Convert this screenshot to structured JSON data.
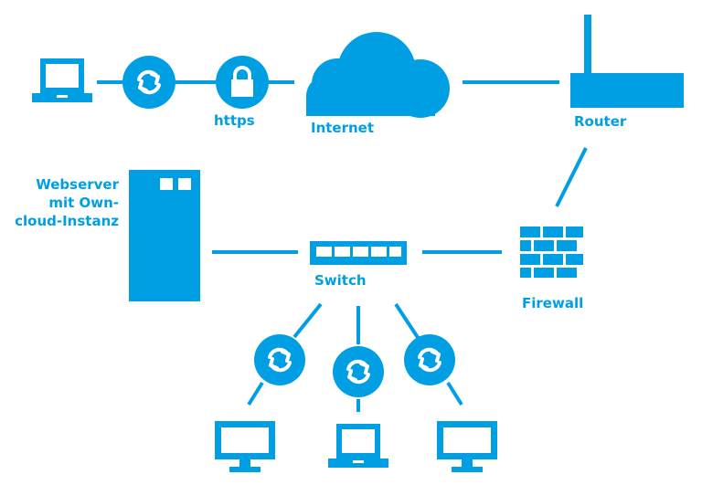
{
  "colors": {
    "primary": "#009fe3",
    "background": "#ffffff"
  },
  "labels": {
    "https": "https",
    "internet": "Internet",
    "router": "Router",
    "firewall": "Firewall",
    "switch": "Switch",
    "webserver": [
      "Webserver",
      "mit Own-",
      "cloud-Instanz"
    ]
  },
  "nodes": {
    "laptop_top": "laptop-icon",
    "sync_top": "sync-icon",
    "lock": "lock-icon",
    "cloud": "cloud-icon",
    "router": "router-icon",
    "firewall": "firewall-icon",
    "switch": "switch-icon",
    "server": "server-icon",
    "sync_left": "sync-icon",
    "sync_center": "sync-icon",
    "sync_right": "sync-icon",
    "monitor_left": "monitor-icon",
    "laptop_bottom": "laptop-icon",
    "monitor_right": "monitor-icon"
  }
}
